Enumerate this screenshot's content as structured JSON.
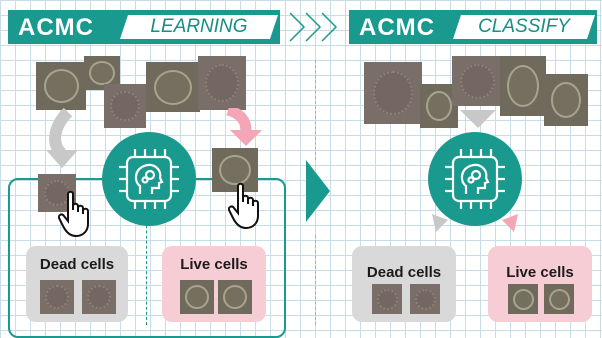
{
  "learning": {
    "brand": "ACMC",
    "tag": "LEARNING",
    "dead_label": "Dead cells",
    "live_label": "Live cells"
  },
  "classify": {
    "brand": "ACMC",
    "tag": "CLASSIFY",
    "dead_label": "Dead cells",
    "live_label": "Live cells"
  },
  "icons": [
    "ai-chip-icon",
    "hand-pointer-icon",
    "chevron-right-icon",
    "down-arrow-icon"
  ],
  "colors": {
    "teal": "#1a9a8e",
    "dead_box": "#d9d9d9",
    "live_box": "#f7cdd5",
    "pink_arrow": "#f4a6b6",
    "grey_arrow": "#c8c8c8"
  }
}
